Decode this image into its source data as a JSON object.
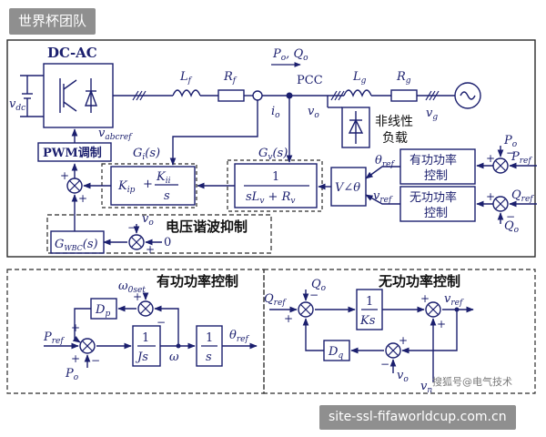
{
  "header_tag": "世界杯团队",
  "footer_url": "site-ssl-fifaworldcup.com.cn",
  "watermark": "搜狐号@电气技术",
  "colors": {
    "line": "#1b1f6e",
    "frame": "#2b2b2b",
    "badge": "#8f8f8f"
  },
  "top": {
    "inverter_label": "DC-AC",
    "vdc": "v",
    "vdc_sub": "dc",
    "vabc": "v",
    "vabc_sub": "abcref",
    "lf": "L",
    "lf_sub": "f",
    "rf": "R",
    "rf_sub": "f",
    "power_p": "P",
    "power_p_sub": "o",
    "power_q": "Q",
    "power_q_sub": "o",
    "pcc": "PCC",
    "lg": "L",
    "lg_sub": "g",
    "rg": "R",
    "rg_sub": "g",
    "io": "i",
    "io_sub": "o",
    "vo": "v",
    "vo_sub": "o",
    "vg": "v",
    "vg_sub": "g",
    "nonlinear_load_1": "非线性",
    "nonlinear_load_2": "负载",
    "pwm": "PWM调制",
    "gi": "G",
    "gi_sub": "i",
    "gi_arg": "(s)",
    "gv": "G",
    "gv_sub": "v",
    "gv_arg": "(s)",
    "pi_kp": "K",
    "pi_kp_sub": "ip",
    "pi_plus": "+",
    "pi_ki": "K",
    "pi_ki_sub": "ii",
    "pi_den": "s",
    "gv_num": "1",
    "gv_den_s": "s",
    "gv_den_l": "L",
    "gv_den_l_sub": "v",
    "gv_den_plus": " + ",
    "gv_den_r": "R",
    "gv_den_r_sub": "v",
    "v_angle": "V∠θ",
    "theta_ref": "θ",
    "theta_ref_sub": "ref",
    "v_ref": "v",
    "v_ref_sub": "ref",
    "active_ctrl_1": "有功功率",
    "active_ctrl_2": "控制",
    "reactive_ctrl_1": "无功功率",
    "reactive_ctrl_2": "控制",
    "pref": "P",
    "pref_sub": "ref",
    "po": "P",
    "po_sub": "o",
    "qref": "Q",
    "qref_sub": "ref",
    "qo": "Q",
    "qo_sub": "o",
    "harmonic_title": "电压谐波抑制",
    "gwbc": "G",
    "gwbc_sub": "WBC",
    "gwbc_arg": "(s)",
    "vo2": "v",
    "vo2_sub": "o",
    "zero": "0"
  },
  "bottom_left": {
    "title": "有功功率控制",
    "omega0": "ω",
    "omega0_sub": "0set",
    "dp": "D",
    "dp_sub": "p",
    "pref": "P",
    "pref_sub": "ref",
    "po": "P",
    "po_sub": "o",
    "j_num": "1",
    "j_den": "Js",
    "omega": "ω",
    "int_num": "1",
    "int_den": "s",
    "theta_ref": "θ",
    "theta_ref_sub": "ref"
  },
  "bottom_right": {
    "title": "无功功率控制",
    "qref": "Q",
    "qref_sub": "ref",
    "qo": "Q",
    "qo_sub": "o",
    "k_num": "1",
    "k_den": "Ks",
    "vref": "v",
    "vref_sub": "ref",
    "dq": "D",
    "dq_sub": "q",
    "vo": "v",
    "vo_sub": "o",
    "vn": "v",
    "vn_sub": "n"
  }
}
